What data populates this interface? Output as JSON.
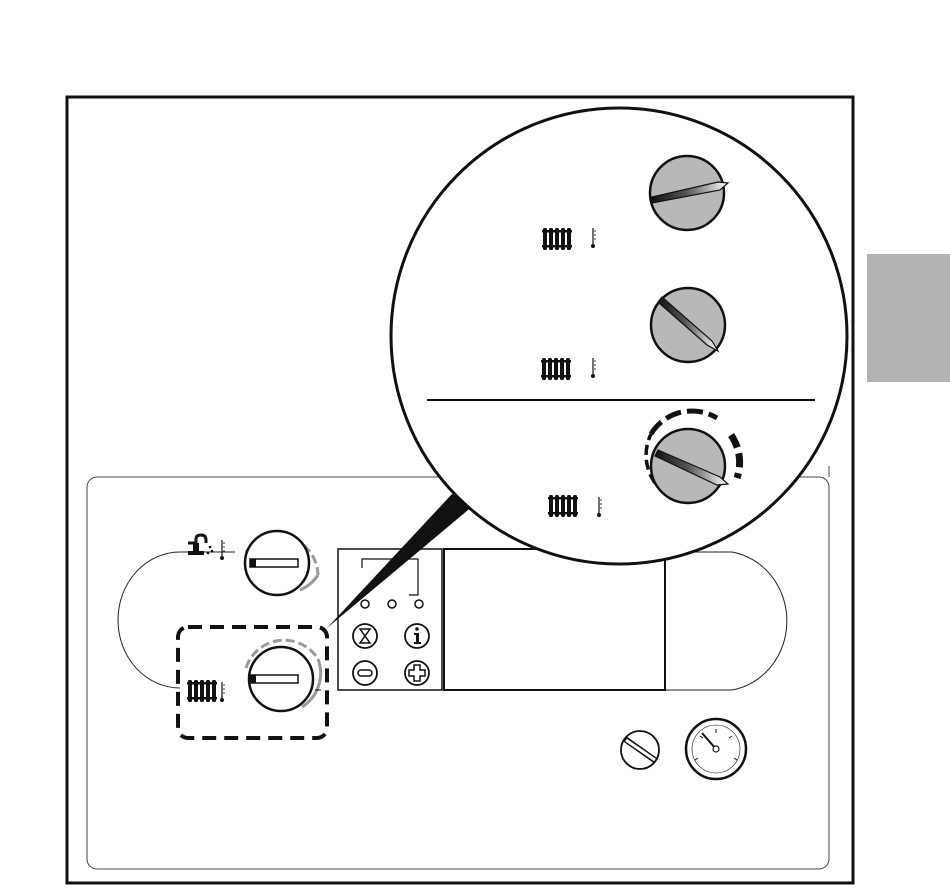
{
  "figure": {
    "description_visible_text": "",
    "colors": {
      "line": "#111111",
      "knob_fill": "#b8b8b8",
      "arc_light": "#9a9a9a",
      "tab_fill": "#b3b3b3"
    },
    "icons": {
      "dhw": "tap-icon",
      "heating": "radiator-icon",
      "thermometer": "thermometer-icon",
      "reset": "reset-icon",
      "info": "info-icon",
      "minus": "minus-icon",
      "plus": "plus-icon",
      "pressure_gauge": "pressure-gauge-icon"
    },
    "dial_levels": {
      "dhw_knob": 1.0,
      "heating_knob": 1.0,
      "zoom_top_knob": 0.85,
      "zoom_middle_knob": 0.3,
      "zoom_bottom_knob": 0.55
    }
  }
}
